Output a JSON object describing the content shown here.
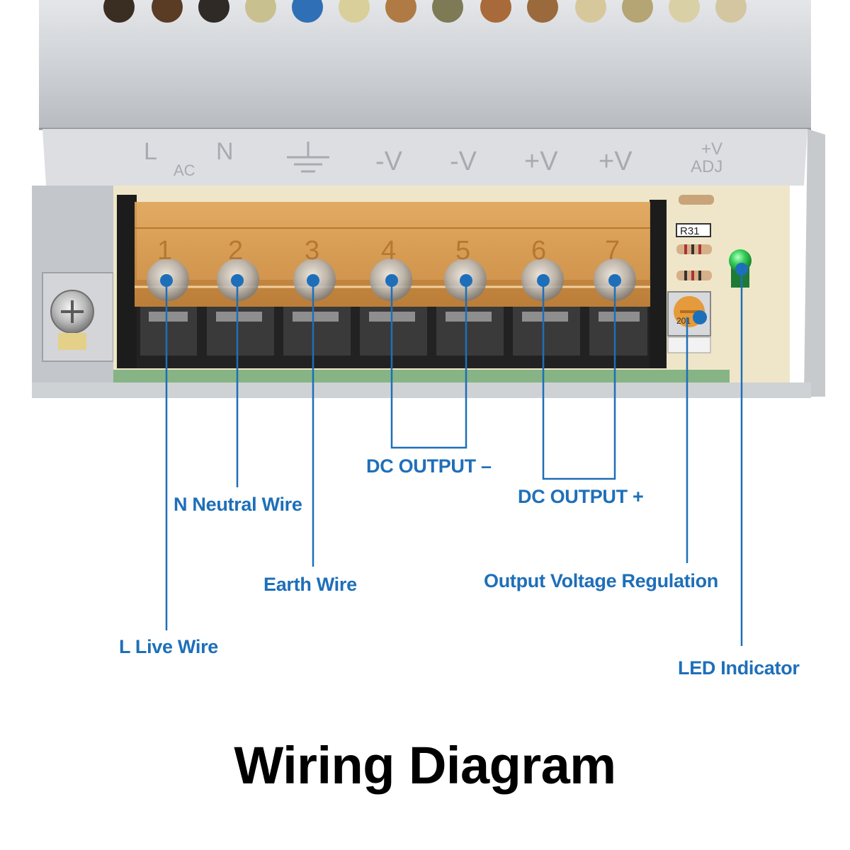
{
  "title": "Wiring Diagram",
  "colors": {
    "callout": "#1e6fb9",
    "title": "#000000",
    "terminal_cover": "#d79745",
    "terminal_block": "#222222",
    "chassis": "#c9ccd0",
    "pcb": "#efe6c9",
    "led": "#2ecc55"
  },
  "panel_markings": [
    "L",
    "N",
    "AC",
    "-V",
    "-V",
    "+V",
    "+V",
    "+V",
    "ADJ"
  ],
  "terminal_numbers": [
    "1",
    "2",
    "3",
    "4",
    "5",
    "6",
    "7"
  ],
  "board_labels": {
    "resistor": "R31",
    "trimmer": "201"
  },
  "callouts": {
    "live": "L Live Wire",
    "neutral": "N Neutral Wire",
    "earth": "Earth Wire",
    "dc_minus": "DC OUTPUT –",
    "dc_plus": "DC OUTPUT +",
    "voltage_reg": "Output Voltage Regulation",
    "led": "LED Indicator"
  }
}
